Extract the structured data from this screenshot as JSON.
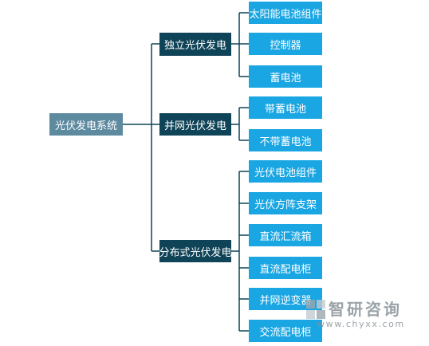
{
  "diagram": {
    "root": "光伏发电系统",
    "branches": [
      {
        "label": "独立光伏发电",
        "children": [
          "太阳能电池组件",
          "控制器",
          "蓄电池"
        ]
      },
      {
        "label": "并网光伏发电",
        "children": [
          "带蓄电池",
          "不带蓄电池"
        ]
      },
      {
        "label": "分布式光伏发电",
        "children": [
          "光伏电池组件",
          "光伏方阵支架",
          "直流汇流箱",
          "直流配电柜",
          "并网逆变器",
          "交流配电柜"
        ]
      }
    ],
    "colors": {
      "root": "#5e8aa0",
      "branch": "#0f4357",
      "leaf": "#1aa6e3",
      "connector": "#0f4357"
    }
  },
  "watermark": {
    "title": "智研咨询",
    "url": "www.chyxx.com"
  }
}
